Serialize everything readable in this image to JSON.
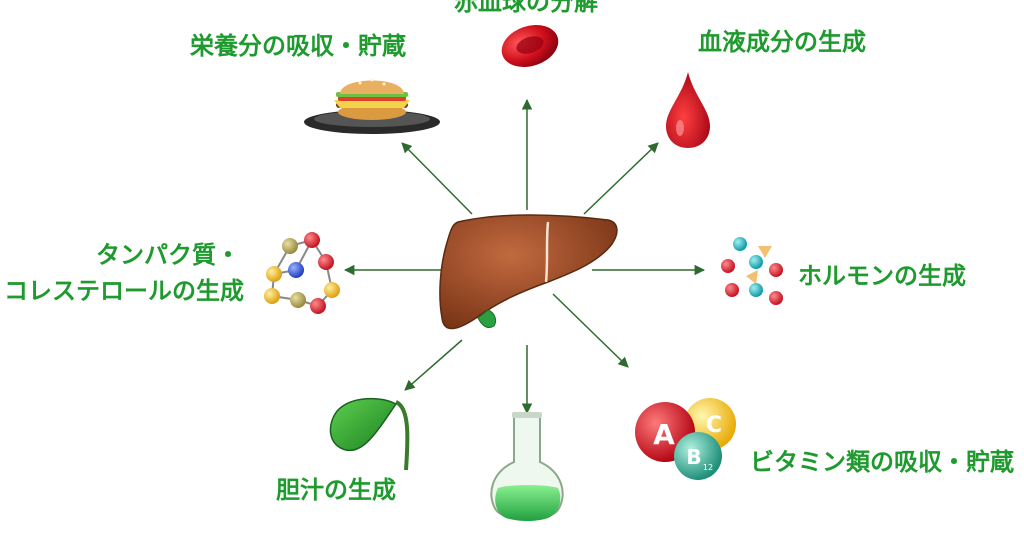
{
  "colors": {
    "label": "#1f9a2e",
    "arrow": "#2e6b2e",
    "liver": "#a0522d",
    "blood": "#c8101e"
  },
  "labels": {
    "top": "赤血球の分解",
    "top_left": "栄養分の吸収・貯蔵",
    "top_right": "血液成分の生成",
    "left_line1": "タンパク質・",
    "left_line2": "コレステロールの生成",
    "right": "ホルモンの生成",
    "bottom_left": "胆汁の生成",
    "bottom_right": "ビタミン類の吸収・貯蔵"
  },
  "icons": {
    "center": "liver-icon",
    "top": "red-blood-cell-icon",
    "top_left": "hamburger-icon",
    "top_right": "blood-drop-icon",
    "left": "molecule-chain-icon",
    "right": "hormone-molecules-icon",
    "bottom_left": "gallbladder-icon",
    "bottom": "flask-icon",
    "bottom_right": "vitamin-balls-icon"
  },
  "vitamins": [
    "A",
    "C",
    "B",
    "12"
  ]
}
